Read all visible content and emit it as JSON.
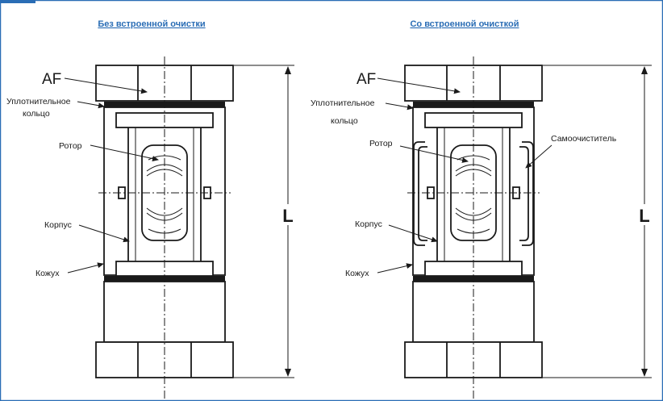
{
  "left_title": "Без встроенной очистки",
  "right_title": "Со встроенной очисткой",
  "labels": {
    "af": "AF",
    "seal_line1": "Уплотнительное",
    "seal_line2": "кольцо",
    "rotor": "Ротор",
    "body": "Корпус",
    "housing": "Кожух",
    "self_cleaner": "Самоочиститель",
    "length": "L"
  },
  "colors": {
    "title": "#2a6db5",
    "frame": "#2a6db5",
    "line": "#1a1a1a"
  }
}
